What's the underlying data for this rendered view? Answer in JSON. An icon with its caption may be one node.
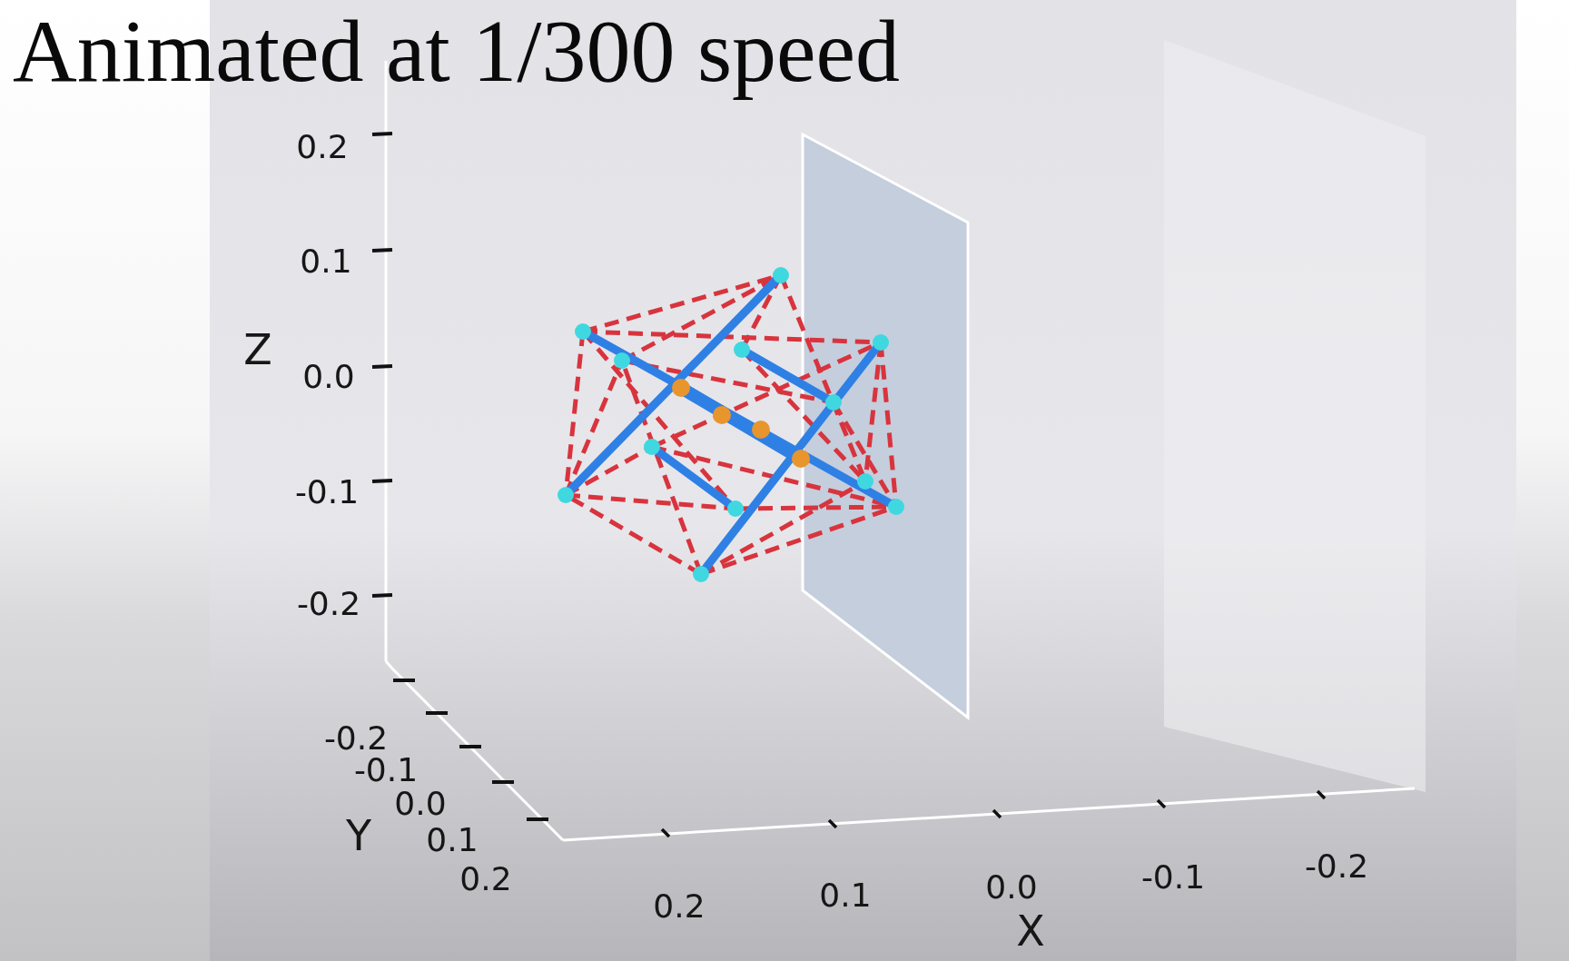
{
  "diagram": {
    "title": "Animated at 1/300 speed",
    "labels": [
      "0.2",
      "0.1",
      "Z",
      "0.0",
      "-0.1",
      "-0.2",
      "-0.2",
      "-0.1",
      "0.0",
      "Y",
      "0.1",
      "0.2",
      "0.2",
      "0.1",
      "0.0",
      "-0.1",
      "-0.2",
      "X"
    ]
  }
}
